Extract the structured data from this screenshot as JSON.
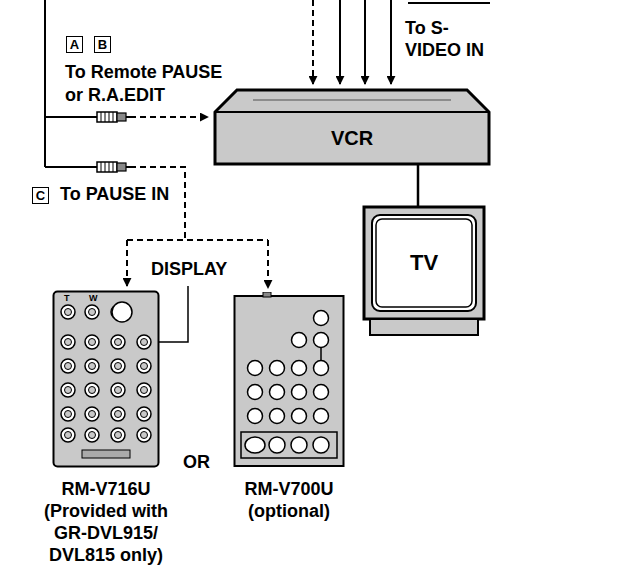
{
  "diagram": {
    "nodes": [
      {
        "text": [
          "VCR"
        ]
      },
      {
        "text": [
          "TV"
        ]
      },
      {
        "text": [
          "RM-V716U",
          "(Provided with GR-DVL915/ DVL815 only)"
        ]
      },
      {
        "text": [
          "RM-V700U",
          "(optional)"
        ]
      }
    ],
    "edges": [
      {
        "from": 0,
        "to": 1,
        "arrow": "none"
      }
    ],
    "labels": [
      "A",
      "B",
      "To Remote PAUSE or R.A.EDIT",
      "C",
      "To PAUSE IN",
      "To S-VIDEO IN",
      "DISPLAY",
      "OR",
      "T",
      "W"
    ]
  }
}
